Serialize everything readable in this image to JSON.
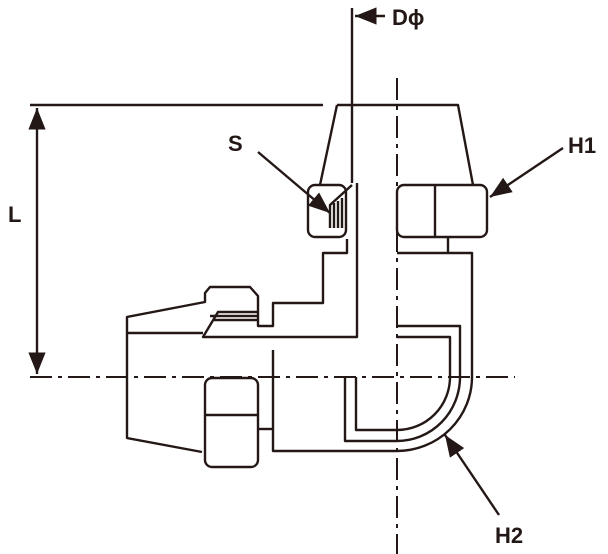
{
  "labels": {
    "diameter": "Dϕ",
    "length": "L",
    "s": "S",
    "h1": "H1",
    "h2": "H2"
  },
  "colors": {
    "line": "#231815"
  }
}
